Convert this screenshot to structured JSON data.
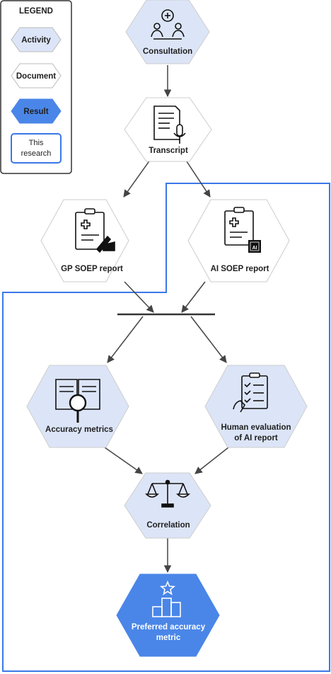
{
  "legend": {
    "title": "LEGEND",
    "activity": "Activity",
    "document": "Document",
    "result": "Result",
    "research_line1": "This",
    "research_line2": "research"
  },
  "nodes": {
    "consultation": "Consultation",
    "transcript": "Transcript",
    "gp_report": "GP SOEP report",
    "ai_report": "AI SOEP report",
    "accuracy_metrics": "Accuracy metrics",
    "human_eval_line1": "Human evaluation",
    "human_eval_line2": "of AI report",
    "correlation": "Correlation",
    "preferred_line1": "Preferred accuracy",
    "preferred_line2": "metric",
    "ai_chip": "AI"
  },
  "colors": {
    "activity_fill": "#dce5f7",
    "document_fill": "#ffffff",
    "result_fill": "#4a86e8",
    "research_border": "#3b78e7",
    "stroke": "#444444"
  }
}
